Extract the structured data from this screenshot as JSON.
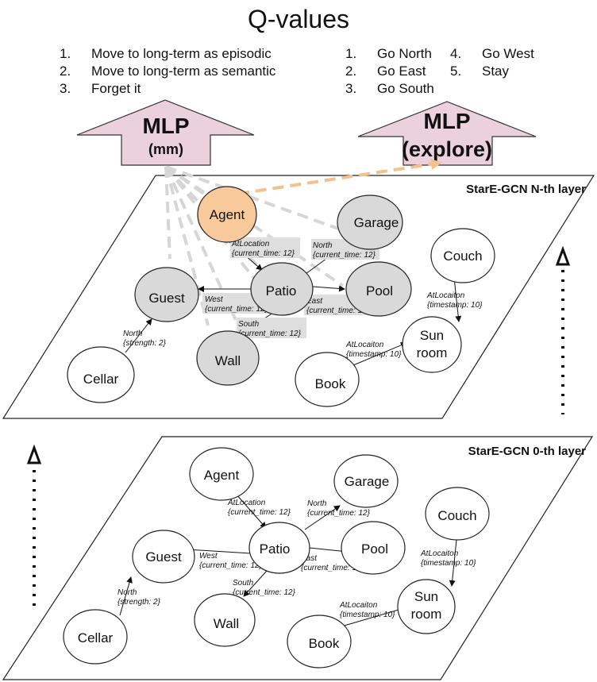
{
  "title": "Q-values",
  "mm_actions": [
    "Move to long-term as episodic",
    "Move to long-term as semantic",
    "Forget it"
  ],
  "explore_actions": [
    "Go North",
    "Go East",
    "Go South",
    "Go West",
    "Stay"
  ],
  "list_numbers": [
    "1.",
    "2.",
    "3.",
    "4.",
    "5."
  ],
  "mlp_mm": {
    "line1": "MLP",
    "line2": "(mm)"
  },
  "mlp_explore": {
    "line1": "MLP",
    "line2": "(explore)"
  },
  "layer_top": {
    "label": "StarE-GCN N-th layer"
  },
  "layer_bottom": {
    "label": "StarE-GCN 0-th layer"
  },
  "colors": {
    "agent_highlight": "#f8c99b",
    "node_highlight": "#d9d9d9",
    "mlp_fill": "#ead1dc",
    "dash_gray": "#d6d6d6",
    "dash_orange": "#f4c08e"
  },
  "nodes": {
    "agent": "Agent",
    "garage": "Garage",
    "couch": "Couch",
    "guest": "Guest",
    "patio": "Patio",
    "pool": "Pool",
    "sunroom": [
      "Sun",
      "room"
    ],
    "cellar": "Cellar",
    "wall": "Wall",
    "book": "Book"
  },
  "edges": {
    "agent_patio": {
      "rel": "AtLocation",
      "qual": "{current_time: 12}"
    },
    "patio_garage": {
      "rel": "North",
      "qual": "{current_time: 12}"
    },
    "patio_guest": {
      "rel": "West",
      "qual": "{current_time: 12}"
    },
    "patio_pool": {
      "rel": "East",
      "qual": "{current_time: 12}"
    },
    "patio_wall": {
      "rel": "South",
      "qual": "{current_time: 12}"
    },
    "cellar_guest": {
      "rel": "North",
      "qual": "{strength: 2}"
    },
    "couch_sunroom": {
      "rel": "AtLocaiton",
      "qual": "{timestamp: 10}"
    },
    "book_sunroom": {
      "rel": "AtLocaiton",
      "qual": "{timestamp: 10}"
    }
  }
}
